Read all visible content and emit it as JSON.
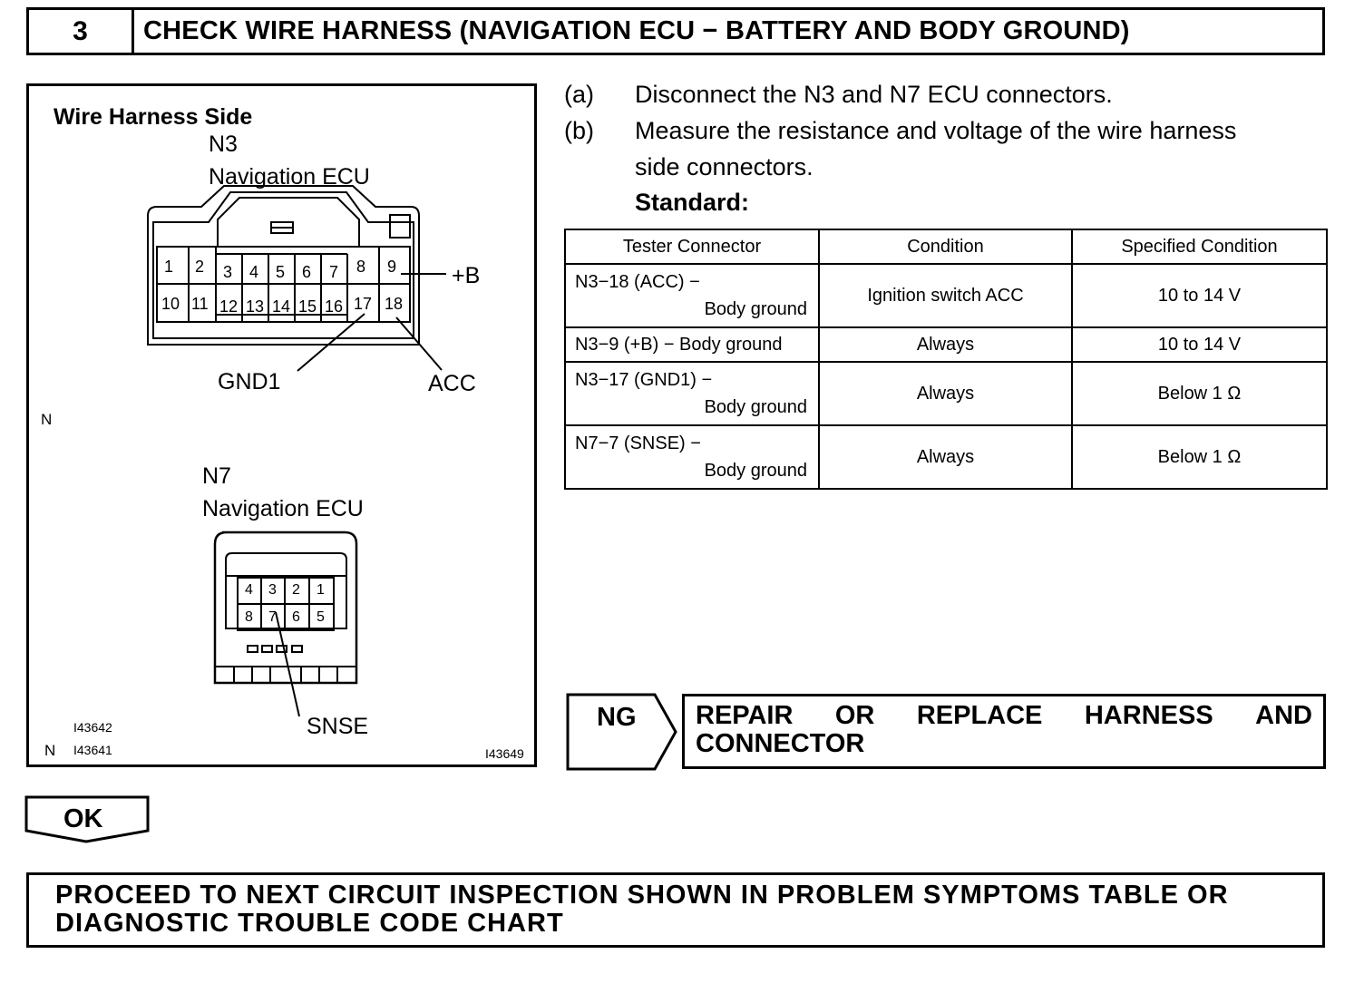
{
  "header": {
    "step_number": "3",
    "title": "CHECK WIRE HARNESS (NAVIGATION ECU − BATTERY AND BODY GROUND)"
  },
  "figure": {
    "heading": "Wire Harness Side",
    "n3": {
      "code": "N3",
      "name": "Navigation ECU",
      "pins_top": [
        "1",
        "2",
        "3",
        "4",
        "5",
        "6",
        "7",
        "8",
        "9"
      ],
      "pins_bottom": [
        "10",
        "11",
        "12",
        "13",
        "14",
        "15",
        "16",
        "17",
        "18"
      ],
      "label_b": "+B",
      "label_gnd": "GND1",
      "label_acc": "ACC"
    },
    "n7": {
      "code": "N7",
      "name": "Navigation ECU",
      "pins_top": [
        "4",
        "3",
        "2",
        "1"
      ],
      "pins_bottom": [
        "8",
        "7",
        "6",
        "5"
      ],
      "label_snse": "SNSE"
    },
    "mark_n1": "N",
    "mark_n2": "N",
    "code_1": "I43642",
    "code_2": "I43641",
    "code_3": "I43649"
  },
  "instructions": {
    "a_label": "(a)",
    "a_text": "Disconnect the N3 and N7 ECU connectors.",
    "b_label": "(b)",
    "b_text_1": "Measure the resistance and voltage of the wire harness",
    "b_text_2": "side connectors.",
    "standard": "Standard:"
  },
  "spec_table": {
    "headers": [
      "Tester Connector",
      "Condition",
      "Specified Condition"
    ],
    "rows": [
      {
        "conn_a": "N3−18 (ACC) −",
        "conn_b": "Body ground",
        "condition": "Ignition switch ACC",
        "spec": "10 to 14 V"
      },
      {
        "conn_a": "N3−9 (+B) − Body ground",
        "conn_b": "",
        "condition": "Always",
        "spec": "10 to 14 V"
      },
      {
        "conn_a": "N3−17 (GND1) −",
        "conn_b": "Body ground",
        "condition": "Always",
        "spec": "Below 1 Ω"
      },
      {
        "conn_a": "N7−7 (SNSE) −",
        "conn_b": "Body ground",
        "condition": "Always",
        "spec": "Below 1 Ω"
      }
    ]
  },
  "ng": {
    "tag": "NG",
    "words": [
      "REPAIR",
      "OR",
      "REPLACE",
      "HARNESS",
      "AND"
    ],
    "line2": "CONNECTOR"
  },
  "ok": {
    "tag": "OK"
  },
  "next": {
    "line1": "PROCEED TO NEXT CIRCUIT INSPECTION SHOWN IN PROBLEM SYMPTOMS TABLE OR",
    "line2": "DIAGNOSTIC TROUBLE CODE CHART"
  }
}
